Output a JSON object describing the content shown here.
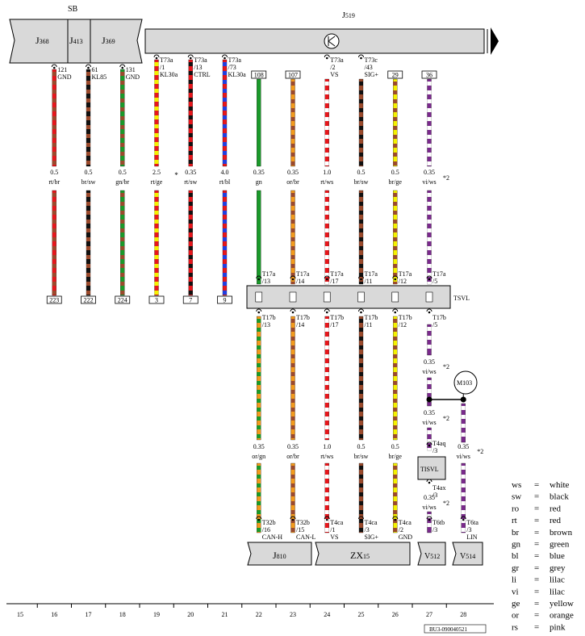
{
  "colors": {
    "ws": "#ffffff",
    "sw": "#111111",
    "ro": "#e8161b",
    "rt": "#e8161b",
    "br": "#9b4a2c",
    "gn": "#1a9a2a",
    "bl": "#1f3fe0",
    "gr": "#9a9a9a",
    "li": "#7a2a8c",
    "vi": "#7a2a8c",
    "ge": "#f5f000",
    "or": "#f39a1c",
    "rs": "#f5a0c8",
    "connector_fill": "#d9d9d9",
    "line": "#000000"
  },
  "top": {
    "sb": "SB",
    "relays": [
      "J368",
      "J413",
      "J369"
    ],
    "j519": "J519",
    "relay_labels": [
      {
        "letter": "J",
        "sub": "368"
      },
      {
        "letter": "J",
        "sub": "413"
      },
      {
        "letter": "J",
        "sub": "369"
      }
    ],
    "j519_label": {
      "letter": "J",
      "sub": "519"
    }
  },
  "tsvl": "TSVL",
  "wires": [
    {
      "col": 16,
      "pin": "121",
      "sig": "GND",
      "boxTop": null,
      "size": "0.5",
      "color": "rt/br",
      "bottomBox": "223",
      "stripe": [
        "rt",
        "br"
      ],
      "short": true
    },
    {
      "col": 17,
      "pin": "61",
      "sig": "KL85",
      "boxTop": null,
      "size": "0.5",
      "color": "br/sw",
      "bottomBox": "222",
      "stripe": [
        "sw",
        "br"
      ],
      "short": true
    },
    {
      "col": 18,
      "pin": "131",
      "sig": "GND",
      "boxTop": null,
      "size": "0.5",
      "color": "gn/br",
      "bottomBox": "224",
      "stripe": [
        "gn",
        "br"
      ],
      "short": true
    },
    {
      "col": 19,
      "pin": "T73a\n/1",
      "sig": "KL30a",
      "boxTop": null,
      "size": "2.5",
      "color": "rt/ge",
      "bottomBox": "3",
      "stripe": [
        "rt",
        "ge"
      ],
      "short": true
    },
    {
      "col": 20,
      "pin": "T73a\n/13",
      "sig": "CTRL",
      "boxTop": null,
      "size": "0.35",
      "color": "rt/sw",
      "bottomBox": "7",
      "stripe": [
        "rt",
        "sw"
      ],
      "short": true
    },
    {
      "col": 21,
      "pin": "T73a\n/73",
      "sig": "KL30a",
      "boxTop": null,
      "size": "4.0",
      "color": "rt/bl",
      "bottomBox": "9",
      "stripe": [
        "rt",
        "bl"
      ],
      "short": true
    }
  ],
  "long_wires": [
    {
      "col": 22,
      "topBox": "108",
      "size": "0.35",
      "color": "gn",
      "t17a": "T17a\n/13",
      "t17b": "T17b\n/13",
      "size2": "0.35",
      "color2": "or/gn",
      "plug": "T32b\n/16",
      "sig": "CAN-H",
      "stripe": [
        "gn",
        "gn"
      ],
      "stripe2": [
        "or",
        "gn"
      ]
    },
    {
      "col": 23,
      "topBox": "107",
      "size": "0.35",
      "color": "or/br",
      "t17a": "T17a\n/14",
      "t17b": "T17b\n/14",
      "size2": "0.35",
      "color2": "or/br",
      "plug": "T32b\n/15",
      "sig": "CAN-L",
      "stripe": [
        "or",
        "br"
      ],
      "stripe2": [
        "or",
        "br"
      ]
    },
    {
      "col": 24,
      "topBox": null,
      "pin": "T73a\n/2",
      "psig": "VS",
      "size": "1.0",
      "color": "rt/ws",
      "t17a": "T17a\n/17",
      "t17b": "T17b\n/17",
      "size2": "1.0",
      "color2": "rt/ws",
      "plug": "T4ca\n/1",
      "sig": "VS",
      "stripe": [
        "rt",
        "ws"
      ],
      "stripe2": [
        "rt",
        "ws"
      ]
    },
    {
      "col": 25,
      "topBox": null,
      "pin": "T73c\n/43",
      "psig": "SIG+",
      "size": "0.5",
      "color": "br/sw",
      "t17a": "T17a\n/11",
      "t17b": "T17b\n/11",
      "size2": "0.5",
      "color2": "br/sw",
      "plug": "T4ca\n/3",
      "sig": "SIG+",
      "stripe": [
        "br",
        "sw"
      ],
      "stripe2": [
        "br",
        "sw"
      ]
    },
    {
      "col": 26,
      "topBox": "29",
      "size": "0.5",
      "color": "br/ge",
      "t17a": "T17a\n/12",
      "t17b": "T17b\n/12",
      "size2": "0.5",
      "color2": "br/ge",
      "plug": "T4ca\n/2",
      "sig": "GND",
      "stripe": [
        "ge",
        "br"
      ],
      "stripe2": [
        "ge",
        "br"
      ]
    },
    {
      "col": 27,
      "topBox": "36",
      "size": "0.35",
      "color": "vi/ws",
      "t17a": "T17a\n/5",
      "t17b": "T17b\n/5",
      "size2": "0.35",
      "color2": "vi/ws",
      "stripe": [
        "vi",
        "ws"
      ],
      "stripe2": [
        "vi",
        "ws"
      ]
    }
  ],
  "annotations": {
    "star": "*",
    "note2": "*2",
    "m103": "M103",
    "t4aq": "T4aq\n/3",
    "tisvl": "TISVL",
    "t4ax": "T4ax\n/3",
    "t6tb": "T6tb\n/3",
    "t6ta": "T6ta\n/3",
    "lin": "LIN",
    "c27_size3": "0.35",
    "c27_color3": "vi/ws",
    "c27_size4": "0.35",
    "c27_color4": "vi/ws",
    "c27_size5": "0.35",
    "c27_color5": "vi/ws",
    "c28_size": "0.35",
    "c28_color": "vi/ws"
  },
  "bottom_components": {
    "j810": {
      "letter": "J",
      "sub": "810"
    },
    "zx15": {
      "letter": "ZX",
      "sub": "15"
    },
    "v512": {
      "letter": "V",
      "sub": "512"
    },
    "v514": {
      "letter": "V",
      "sub": "514"
    }
  },
  "column_numbers": [
    "15",
    "16",
    "17",
    "18",
    "19",
    "20",
    "21",
    "22",
    "23",
    "24",
    "25",
    "26",
    "27",
    "28"
  ],
  "doc_id": "BU3-090040521",
  "legend": [
    {
      "code": "ws",
      "eq": "=",
      "name": "white"
    },
    {
      "code": "sw",
      "eq": "=",
      "name": "black"
    },
    {
      "code": "ro",
      "eq": "=",
      "name": "red"
    },
    {
      "code": "rt",
      "eq": "=",
      "name": "red"
    },
    {
      "code": "br",
      "eq": "=",
      "name": "brown"
    },
    {
      "code": "gn",
      "eq": "=",
      "name": "green"
    },
    {
      "code": "bl",
      "eq": "=",
      "name": "blue"
    },
    {
      "code": "gr",
      "eq": "=",
      "name": "grey"
    },
    {
      "code": "li",
      "eq": "=",
      "name": "lilac"
    },
    {
      "code": "vi",
      "eq": "=",
      "name": "lilac"
    },
    {
      "code": "ge",
      "eq": "=",
      "name": "yellow"
    },
    {
      "code": "or",
      "eq": "=",
      "name": "orange"
    },
    {
      "code": "rs",
      "eq": "=",
      "name": "pink"
    }
  ]
}
